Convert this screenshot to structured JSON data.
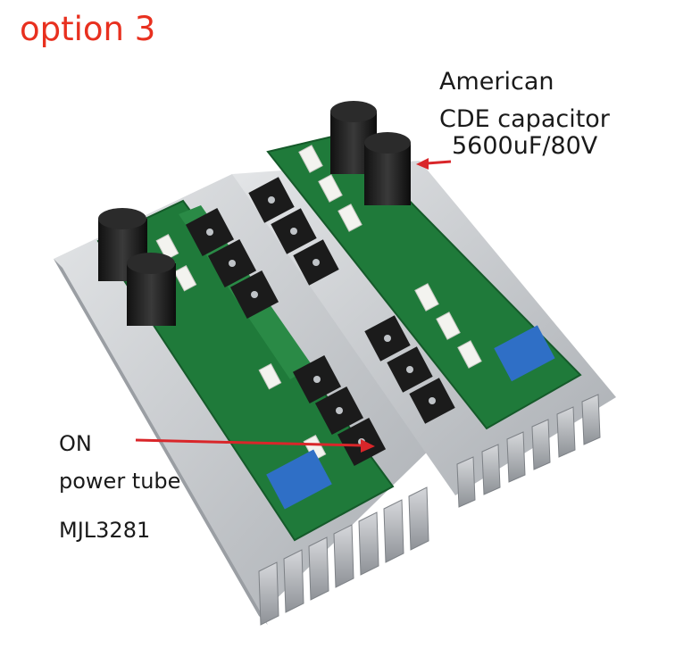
{
  "title": "option 3",
  "callouts": {
    "capacitor": {
      "line1": "American",
      "line2": "CDE capacitor",
      "line3": "5600uF/80V"
    },
    "transistor": {
      "line1": "ON",
      "line2": "power tube",
      "line3": "MJL3281"
    }
  },
  "colors": {
    "title": "#e8301f",
    "arrow": "#d9262a",
    "pcb": "#1f7a3a",
    "heatsink": "#c9ccd0"
  }
}
